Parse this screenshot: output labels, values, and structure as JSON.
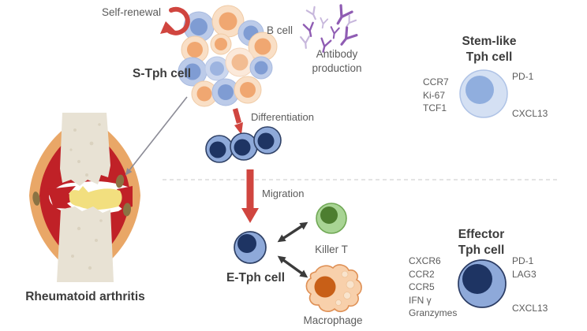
{
  "top_flow": {
    "self_renewal_label": "Self-renewal",
    "b_cell_label": "B cell",
    "s_tph_label": "S-Tph cell",
    "antibody_label": "Antibody production",
    "differentiation_label": "Differentiation",
    "migration_label": "Migration"
  },
  "joint": {
    "label": "Rheumatoid arthritis"
  },
  "bottom_flow": {
    "e_tph_label": "E-Tph cell",
    "killer_t_label": "Killer T",
    "macrophage_label": "Macrophage"
  },
  "stem_panel": {
    "title_line1": "Stem-like",
    "title_line2": "Tph cell",
    "left_markers": [
      "CCR7",
      "Ki-67",
      "TCF1"
    ],
    "right_top_marker": "PD-1",
    "right_bottom_marker": "CXCL13"
  },
  "effector_panel": {
    "title_line1": "Effector",
    "title_line2": "Tph cell",
    "left_markers": [
      "CXCR6",
      "CCR2",
      "CCR5",
      "IFN γ",
      "Granzymes"
    ],
    "right_top_markers": [
      "PD-1",
      "LAG3"
    ],
    "right_bottom_marker": "CXCL13"
  },
  "palette": {
    "arrow_red": "#d0453f",
    "antibody_purple": "#8f5cb3",
    "antibody_light_purple": "#c7b7dc",
    "cell_blue_body": "#bccbe9",
    "cell_blue_nucleus": "#7f9cd3",
    "cell_peach_body": "#f9dfc6",
    "cell_peach_nucleus": "#f0a771",
    "effector_body": "#8ea9d9",
    "effector_nucleus": "#1e3463",
    "stem_body": "#d4e0f3",
    "stem_nucleus": "#90aede",
    "killer_t_body": "#a8d494",
    "killer_t_nucleus": "#4d7e30",
    "macrophage_body": "#f8d0ab",
    "macrophage_nucleus": "#c85f17",
    "joint_capsule": "#e9a767",
    "joint_synovium_red": "#c02127",
    "joint_bone": "#e8e2d4",
    "joint_pannus_yellow": "#f2df7f",
    "label_gray": "#5b5b5b"
  }
}
